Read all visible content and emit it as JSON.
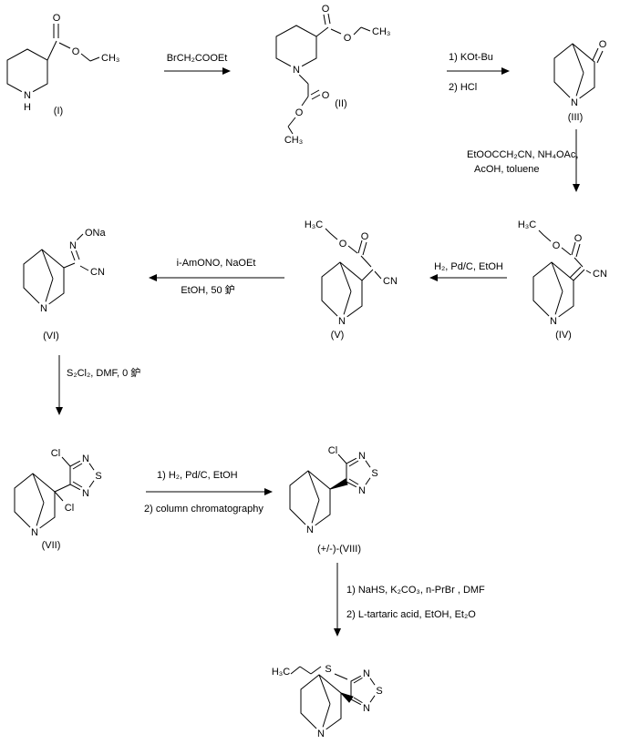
{
  "compounds": {
    "c1": {
      "label": "(I)",
      "atoms": {
        "o1": "O",
        "o2": "O",
        "ch3": "CH₃",
        "n": "N",
        "h": "H"
      }
    },
    "c2": {
      "label": "(II)",
      "atoms": {
        "o1": "O",
        "o2": "O",
        "ch3a": "CH₃",
        "n": "N",
        "o3": "O",
        "o4": "O",
        "ch3b": "CH₃"
      }
    },
    "c3": {
      "label": "(III)",
      "atoms": {
        "o": "O",
        "n": "N"
      }
    },
    "c4": {
      "label": "(IV)",
      "atoms": {
        "h3c": "H₃C",
        "o1": "O",
        "o2": "O",
        "cn": "CN",
        "n": "N"
      }
    },
    "c5": {
      "label": "(V)",
      "atoms": {
        "h3c": "H₃C",
        "o1": "O",
        "o2": "O",
        "cn": "CN",
        "n": "N"
      }
    },
    "c6": {
      "label": "(VI)",
      "atoms": {
        "ona": "ONa",
        "n1": "N",
        "cn": "CN",
        "n": "N"
      }
    },
    "c7": {
      "label": "(VII)",
      "atoms": {
        "cl1": "Cl",
        "n1": "N",
        "s": "S",
        "n2": "N",
        "cl2": "Cl",
        "n": "N"
      }
    },
    "c8": {
      "label": "(+/-)-(VIII)",
      "atoms": {
        "cl": "Cl",
        "n1": "N",
        "s": "S",
        "n2": "N",
        "n": "N"
      }
    },
    "c9": {
      "atoms": {
        "h3c": "H₃C",
        "s1": "S",
        "n1": "N",
        "s2": "S",
        "n2": "N",
        "n": "N"
      }
    }
  },
  "reactions": {
    "r1": {
      "above": "BrCH₂COOEt"
    },
    "r2": {
      "above": "1) KOt-Bu",
      "below": "2) HCl"
    },
    "r3": {
      "line1": "EtOOCCH₂CN, NH₄OAc,",
      "line2": "AcOH, toluene"
    },
    "r4": {
      "above": "H₂, Pd/C, EtOH"
    },
    "r5": {
      "above": "i-AmONO, NaOEt",
      "below": "EtOH, 50 鈩"
    },
    "r6": {
      "label": "S₂Cl₂, DMF, 0 鈩"
    },
    "r7": {
      "above": "1) H₂, Pd/C, EtOH",
      "below": "2) column chromatography"
    },
    "r8": {
      "line1": "1) NaHS, K₂CO₃, n-PrBr , DMF",
      "line2": "2) L-tartaric acid, EtOH, Et₂O"
    }
  }
}
